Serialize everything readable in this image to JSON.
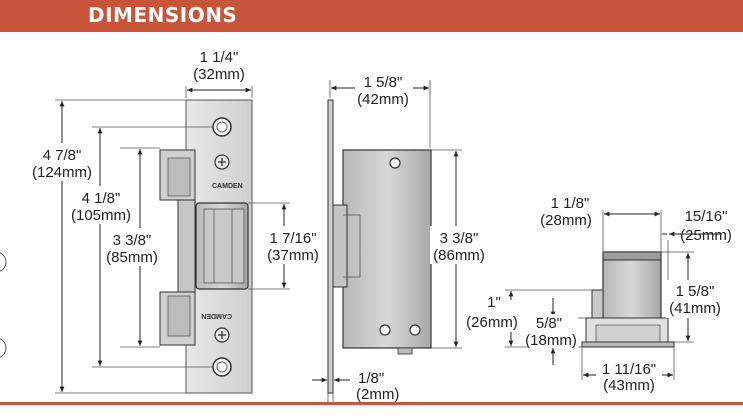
{
  "header": {
    "title": "DIMENSIONS"
  },
  "front_view": {
    "faceplate_width": {
      "imperial": "1 1/4\"",
      "metric": "(32mm)"
    },
    "overall_height": {
      "imperial": "4 7/8\"",
      "metric": "(124mm)"
    },
    "hole_spacing": {
      "imperial": "4 1/8\"",
      "metric": "(105mm)"
    },
    "body_height": {
      "imperial": "3 3/8\"",
      "metric": "(85mm)"
    },
    "keeper_opening": {
      "imperial": "1 7/16\"",
      "metric": "(37mm)"
    },
    "brand_text_top": "CAMDEN",
    "brand_text_bottom": "CAMDEN"
  },
  "side_view": {
    "depth": {
      "imperial": "1 5/8\"",
      "metric": "(42mm)"
    },
    "body_height": {
      "imperial": "3 3/8\"",
      "metric": "(86mm)"
    },
    "plate_thickness": {
      "imperial": "1/8\"",
      "metric": "(2mm)"
    }
  },
  "end_view": {
    "body_width": {
      "imperial": "1 1/8\"",
      "metric": "(28mm)"
    },
    "top_offset": {
      "imperial": "15/16\"",
      "metric": "(25mm)"
    },
    "height": {
      "imperial": "1 5/8\"",
      "metric": "(41mm)"
    },
    "keeper_height": {
      "imperial": "1\"",
      "metric": "(26mm)"
    },
    "lip_height": {
      "imperial": "5/8\"",
      "metric": "(18mm)"
    },
    "overall_width": {
      "imperial": "1 11/16\"",
      "metric": "(43mm)"
    }
  },
  "colors": {
    "accent": "#c8553a",
    "plate": "#d9d9d9",
    "body": "#bfbfbf"
  }
}
